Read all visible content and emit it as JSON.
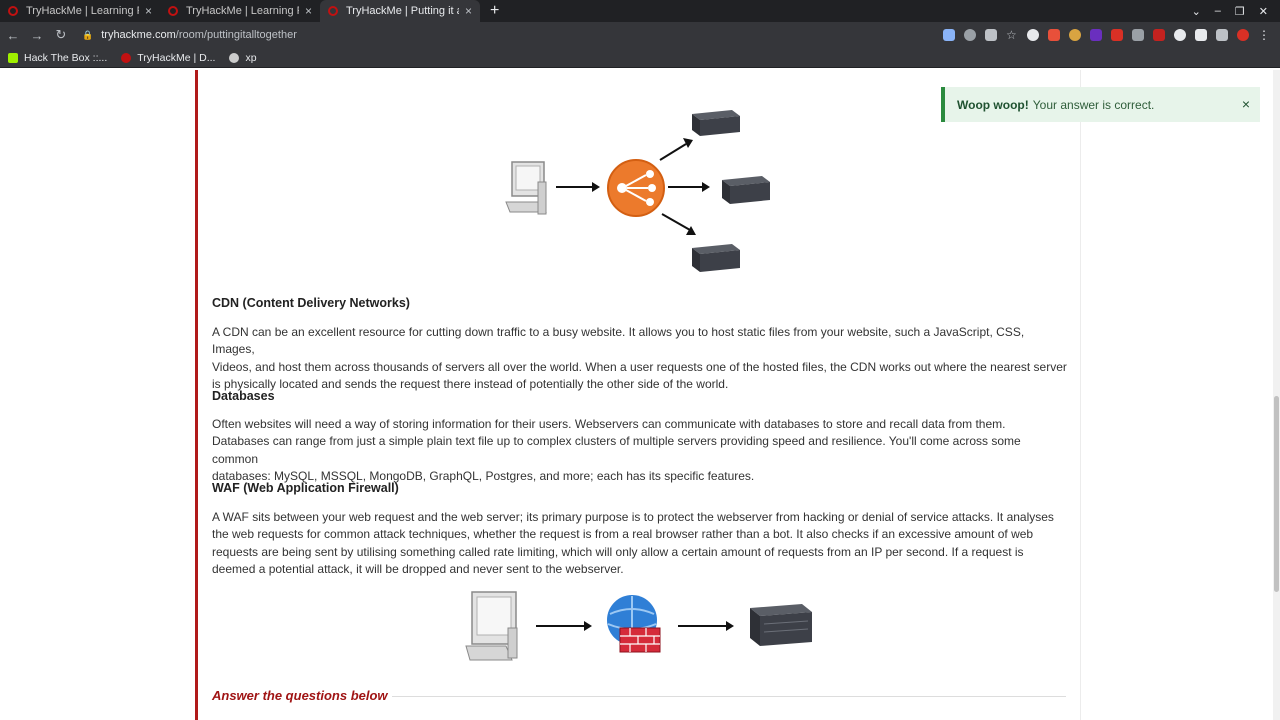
{
  "browser": {
    "tabs": [
      {
        "title": "TryHackMe | Learning Pat",
        "close": "×"
      },
      {
        "title": "TryHackMe | Learning Pat",
        "close": "×"
      },
      {
        "title": "TryHackMe | Putting it all",
        "close": "×"
      }
    ],
    "new_tab": "+",
    "url_host": "tryhackme.com",
    "url_path": "/room/puttingitalltogether",
    "bookmarks": [
      {
        "label": "Hack The Box ::...",
        "color": "#9fef00"
      },
      {
        "label": "TryHackMe | D...",
        "color": "#c11111"
      },
      {
        "label": "xp",
        "color": "#cccccc"
      }
    ]
  },
  "toast": {
    "strong": "Woop woop!",
    "message": "Your answer is correct.",
    "close": "×"
  },
  "sections": [
    {
      "title": "CDN (Content Delivery Networks)",
      "lines": [
        "A CDN can be an excellent resource for cutting down traffic to a busy website. It allows you to host static files from your website, such a JavaScript, CSS, Images,",
        "Videos, and host them across thousands of servers all over the world. When a user requests one of the hosted files, the CDN works out where the nearest server",
        "is physically located and sends the request there instead of potentially the other side of the world."
      ]
    },
    {
      "title": "Databases",
      "lines": [
        "Often websites will need a way of storing information for their users. Webservers can communicate with databases to store and recall data from them.",
        "Databases can range from just a simple plain text file up to complex clusters of multiple servers providing speed and resilience. You'll come across some common",
        "databases: MySQL, MSSQL, MongoDB, GraphQL, Postgres, and more; each has its specific features."
      ]
    },
    {
      "title": "WAF (Web Application Firewall)",
      "lines": [
        "A WAF sits between your web request and the web server; its primary purpose is to protect the webserver from hacking or denial of service attacks. It analyses",
        "the web requests for common attack techniques, whether the request is from a real browser rather than a bot. It also checks if an excessive amount of web",
        "requests are being sent by utilising something called rate limiting, which will only allow a certain amount of requests from an IP per second. If a request is",
        "deemed a potential attack, it will be dropped and never sent to the webserver."
      ]
    }
  ],
  "answer_heading": "Answer the questions below",
  "colors": {
    "accent_red": "#b01a1a",
    "load_balancer_orange": "#ec7a2c",
    "toast_green": "#2b8a3e"
  }
}
